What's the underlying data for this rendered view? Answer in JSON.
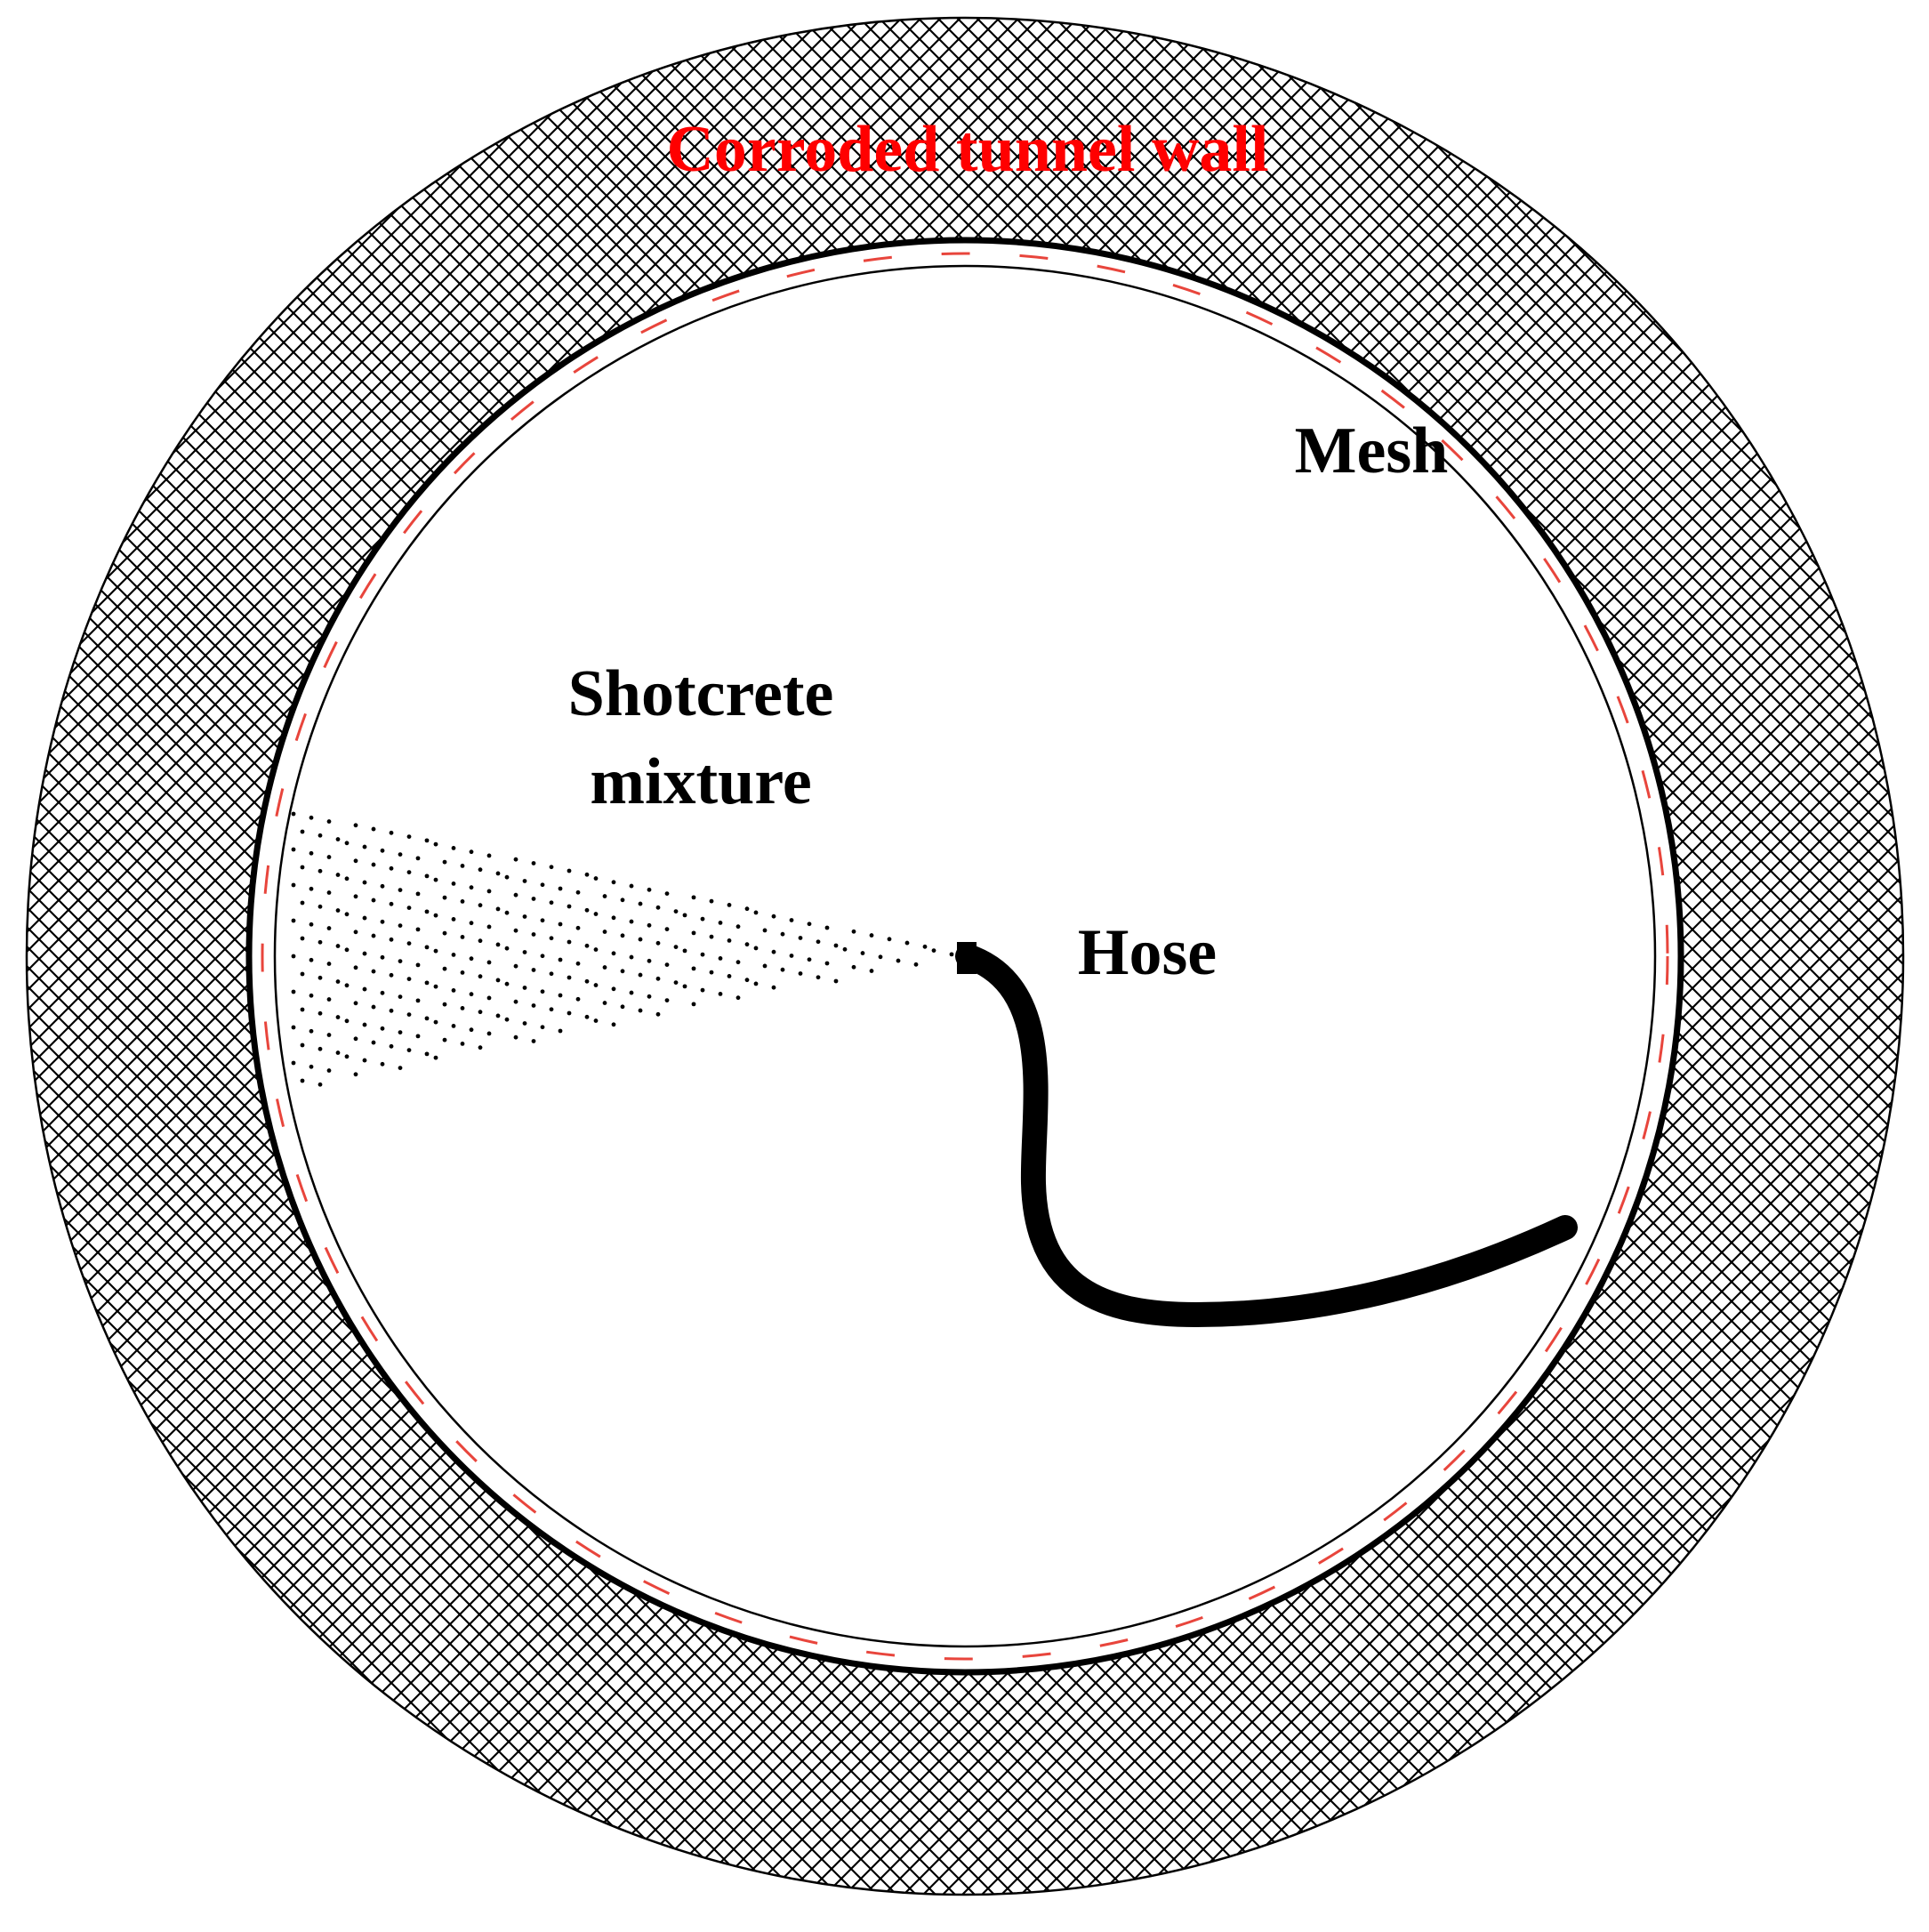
{
  "labels": {
    "wall": "Corroded tunnel wall",
    "mesh": "Mesh",
    "shotcrete_line1": "Shotcrete",
    "shotcrete_line2": "mixture",
    "hose": "Hose"
  },
  "colors": {
    "wall_label": "#ff0000",
    "mesh_ticks": "#e8453c",
    "lines": "#000000",
    "background": "#ffffff"
  }
}
